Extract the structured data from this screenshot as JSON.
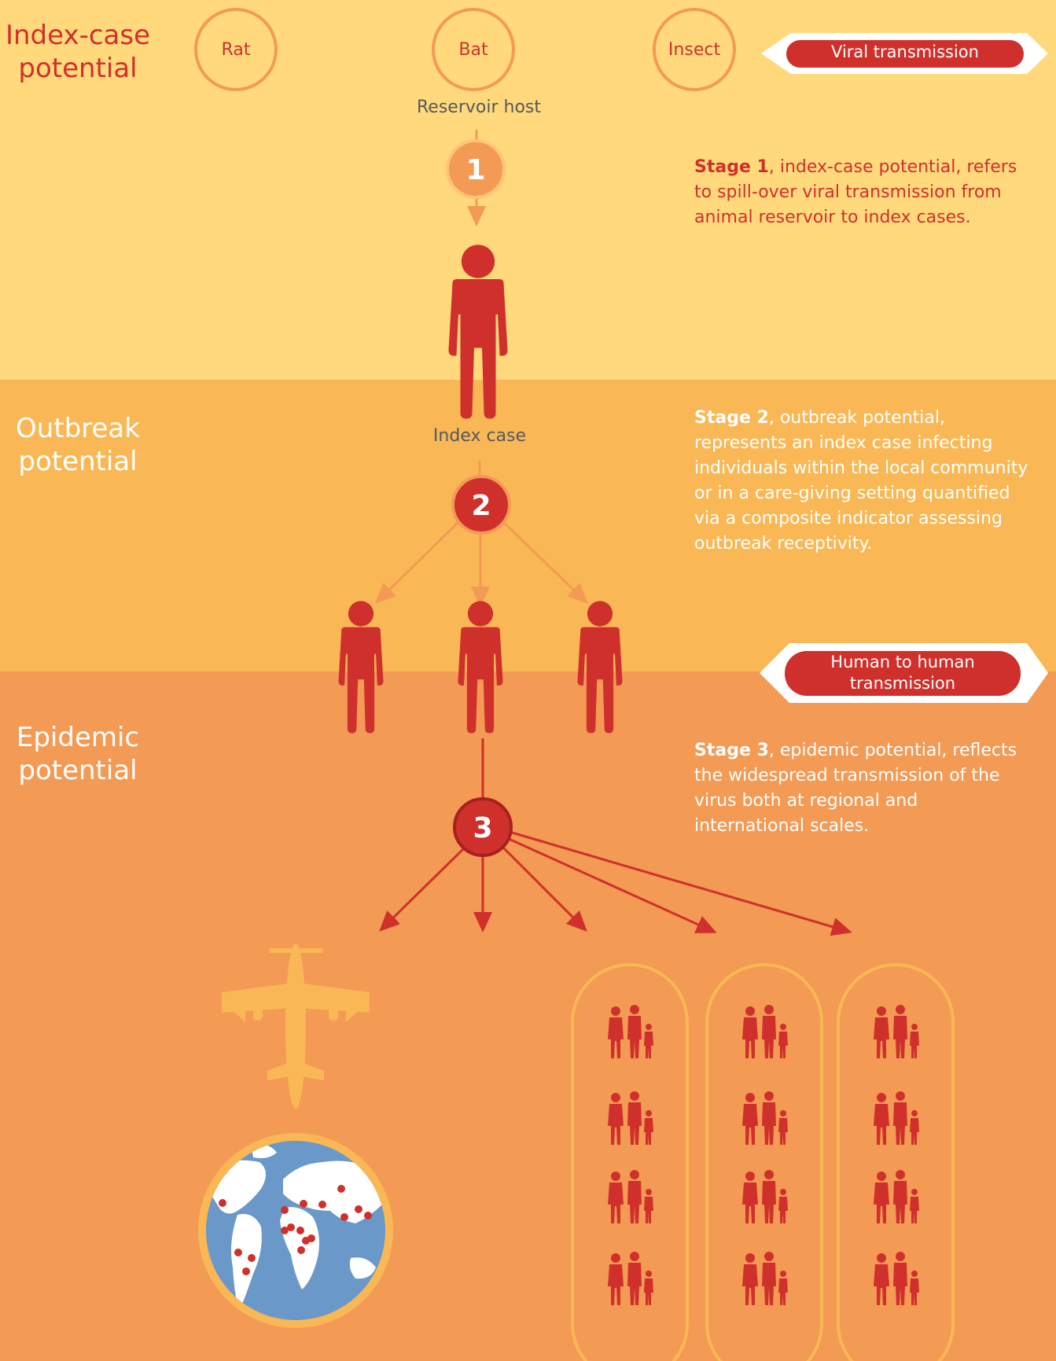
{
  "stages": [
    {
      "heading": "Index-case potential",
      "number": "1",
      "caption": "Reservoir host",
      "description_bold": "Stage 1",
      "description_rest": ", index-case potential, refers to spill-over viral transmission from animal reservoir to index cases."
    },
    {
      "heading": "Outbreak potential",
      "number": "2",
      "caption": "Index case",
      "description_bold": "Stage 2",
      "description_rest": ", outbreak potential, represents an index case infecting individuals within the local community or in a care-giving setting quantified via a composite indicator assessing outbreak receptivity."
    },
    {
      "heading": "Epidemic potential",
      "number": "3",
      "description_bold": "Stage 3",
      "description_rest": ", epidemic potential, reflects the widespread transmission of the virus both at regional and international scales."
    }
  ],
  "hosts": [
    "Rat",
    "Bat",
    "Insect"
  ],
  "tags": {
    "viral": "Viral transmission",
    "human": "Human to human transmission"
  },
  "colors": {
    "band1": "#FFD97B",
    "band2": "#F9B855",
    "band3": "#F39A54",
    "red": "#D0302B",
    "orange": "#F39A54",
    "globe_water": "#6A98C8",
    "globe_ring": "#F9B855"
  },
  "icons": [
    "person-icon",
    "airplane-icon",
    "globe-icon",
    "family-group-icon"
  ]
}
